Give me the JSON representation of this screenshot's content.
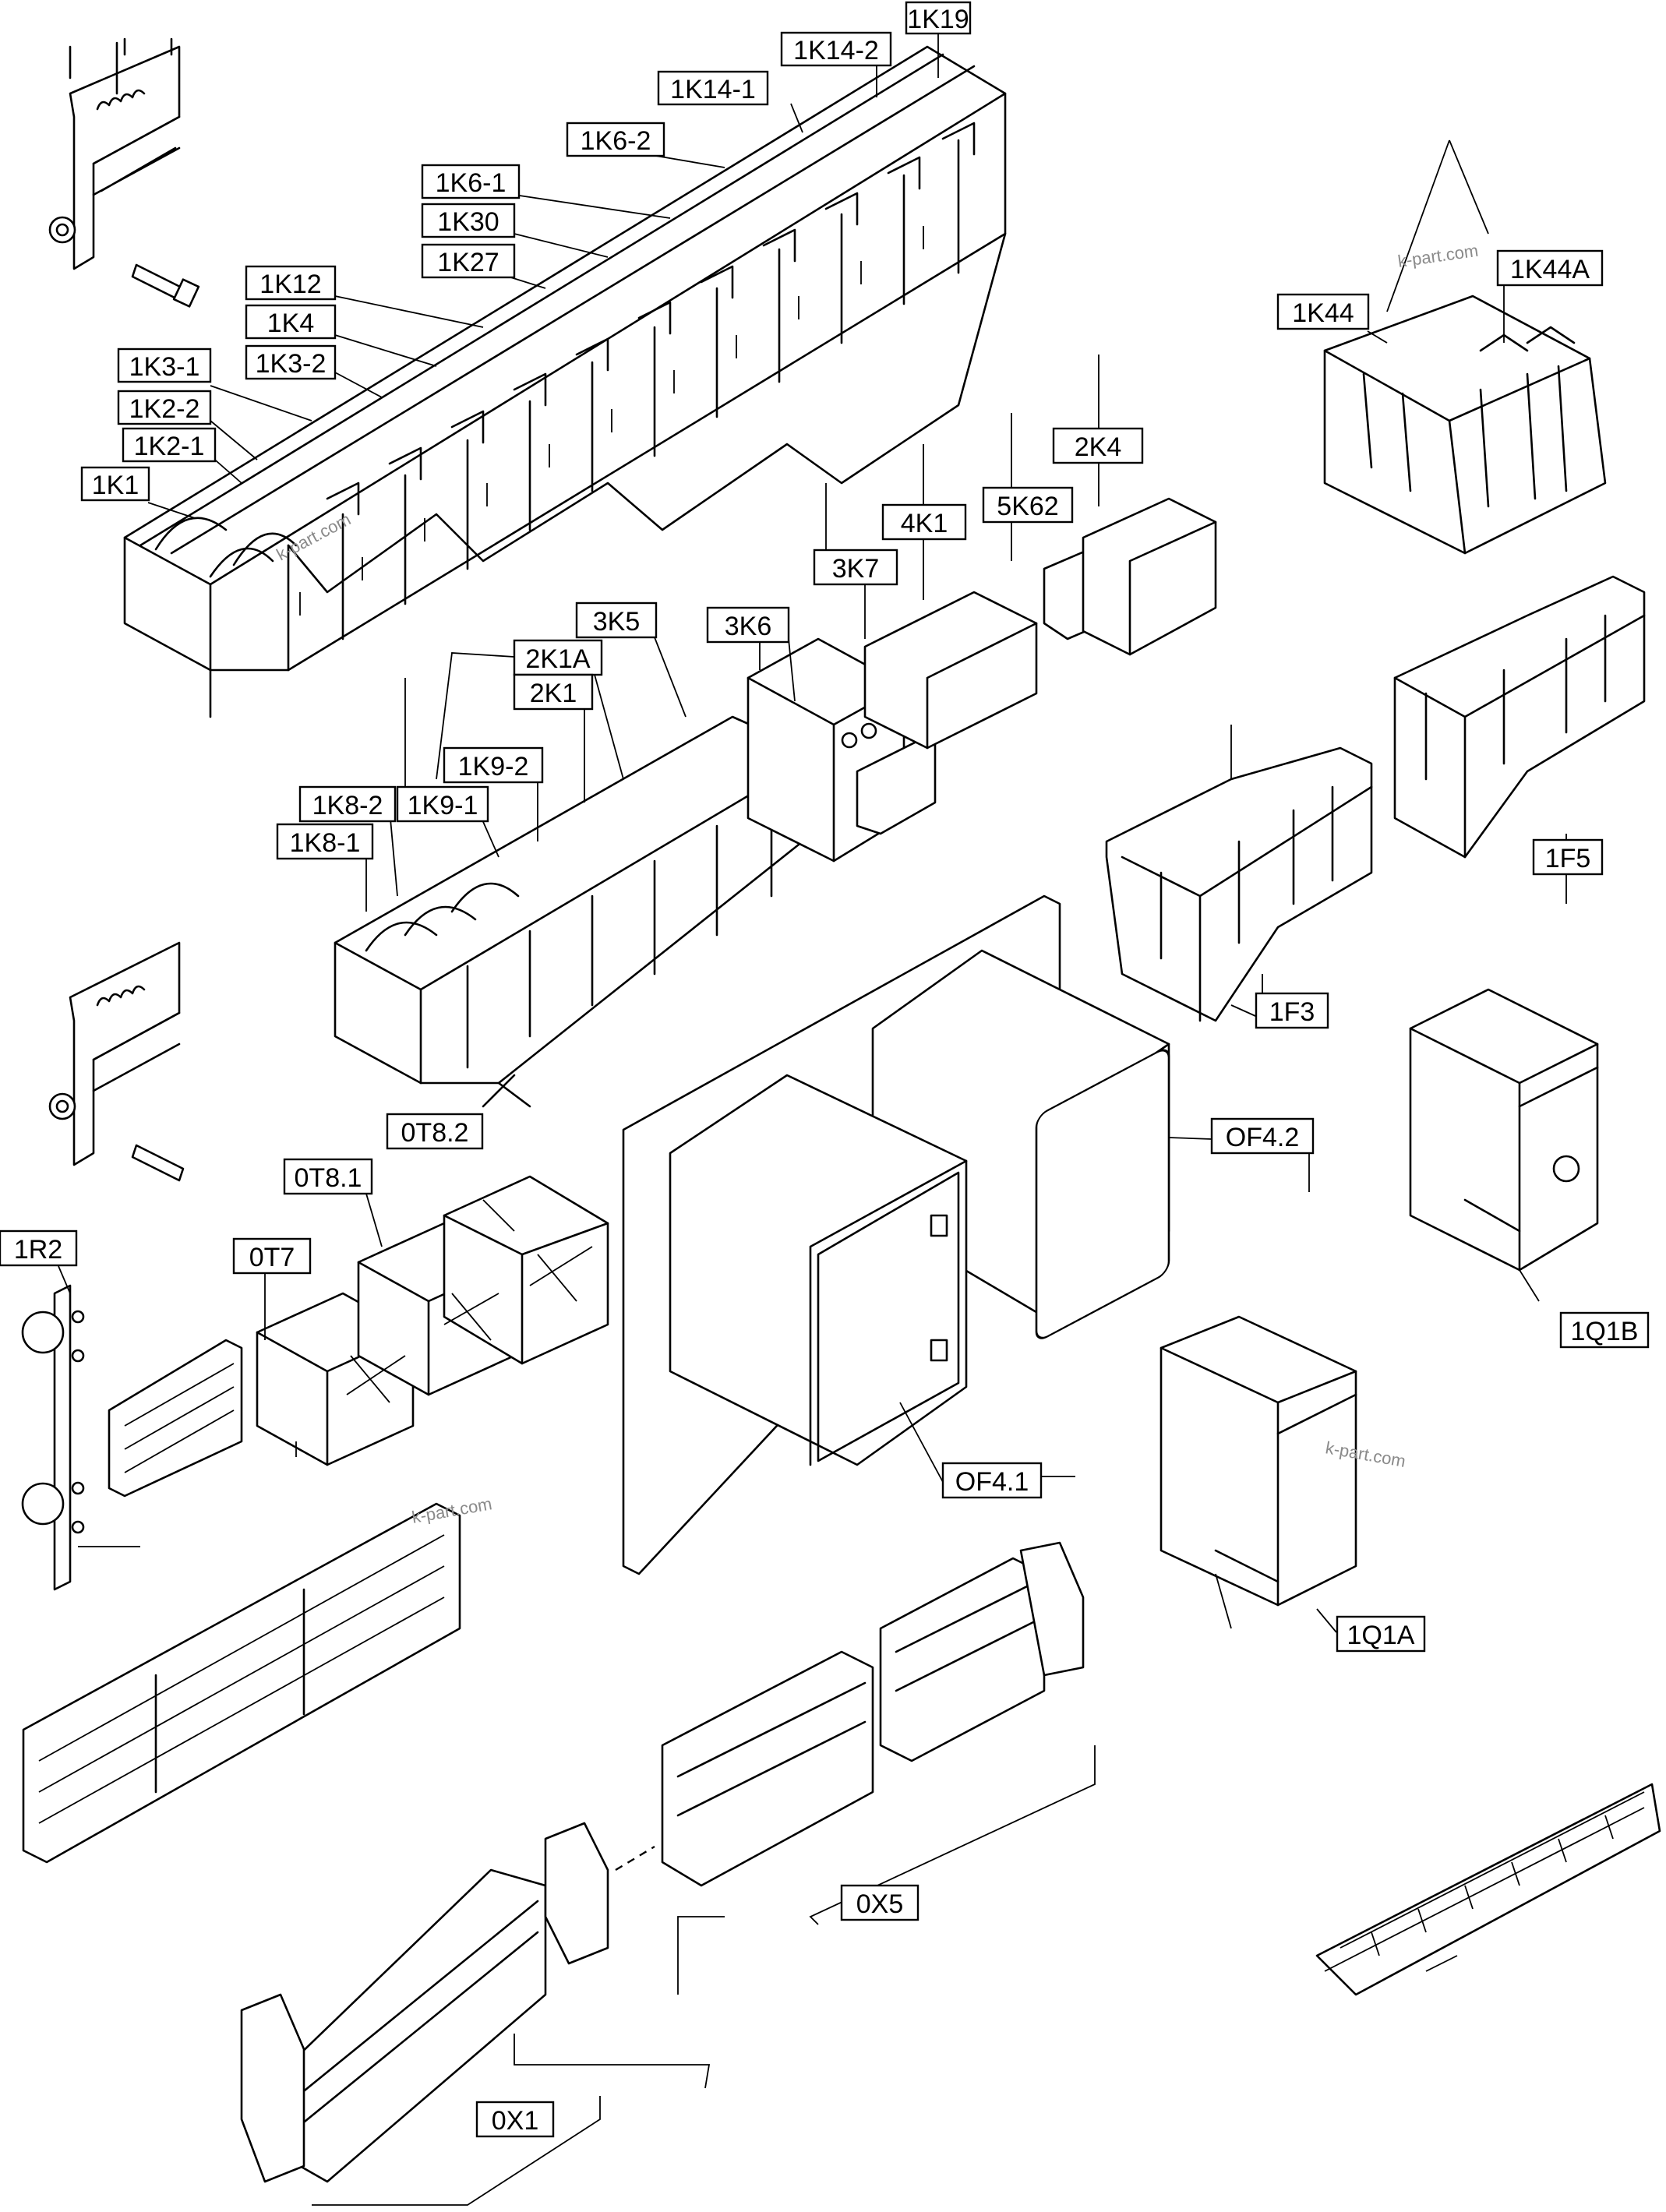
{
  "watermark": "k-part.com",
  "callouts": [
    {
      "id": "1K19",
      "text": "1K19"
    },
    {
      "id": "1K14-2",
      "text": "1K14-2"
    },
    {
      "id": "1K14-1",
      "text": "1K14-1"
    },
    {
      "id": "1K6-2",
      "text": "1K6-2"
    },
    {
      "id": "1K6-1",
      "text": "1K6-1"
    },
    {
      "id": "1K30",
      "text": "1K30"
    },
    {
      "id": "1K27",
      "text": "1K27"
    },
    {
      "id": "1K12",
      "text": "1K12"
    },
    {
      "id": "1K4",
      "text": "1K4"
    },
    {
      "id": "1K3-2",
      "text": "1K3-2"
    },
    {
      "id": "1K3-1",
      "text": "1K3-1"
    },
    {
      "id": "1K2-2",
      "text": "1K2-2"
    },
    {
      "id": "1K2-1",
      "text": "1K2-1"
    },
    {
      "id": "1K1",
      "text": "1K1"
    },
    {
      "id": "1K44A",
      "text": "1K44A"
    },
    {
      "id": "1K44",
      "text": "1K44"
    },
    {
      "id": "2K4",
      "text": "2K4"
    },
    {
      "id": "5K62",
      "text": "5K62"
    },
    {
      "id": "4K1",
      "text": "4K1"
    },
    {
      "id": "3K7",
      "text": "3K7"
    },
    {
      "id": "3K6",
      "text": "3K6"
    },
    {
      "id": "3K5",
      "text": "3K5"
    },
    {
      "id": "2K1A",
      "text": "2K1A"
    },
    {
      "id": "2K1",
      "text": "2K1"
    },
    {
      "id": "1K9-2",
      "text": "1K9-2"
    },
    {
      "id": "1K8-2",
      "text": "1K8-2"
    },
    {
      "id": "1K9-1",
      "text": "1K9-1"
    },
    {
      "id": "1K8-1",
      "text": "1K8-1"
    },
    {
      "id": "1F5",
      "text": "1F5"
    },
    {
      "id": "1F3",
      "text": "1F3"
    },
    {
      "id": "0T8.2",
      "text": "0T8.2"
    },
    {
      "id": "0T8.1",
      "text": "0T8.1"
    },
    {
      "id": "0T7",
      "text": "0T7"
    },
    {
      "id": "1R2",
      "text": "1R2"
    },
    {
      "id": "OF4.2",
      "text": "OF4.2"
    },
    {
      "id": "OF4.1",
      "text": "OF4.1"
    },
    {
      "id": "1Q1B",
      "text": "1Q1B"
    },
    {
      "id": "1Q1A",
      "text": "1Q1A"
    },
    {
      "id": "0X5",
      "text": "0X5"
    },
    {
      "id": "0X1",
      "text": "0X1"
    }
  ]
}
